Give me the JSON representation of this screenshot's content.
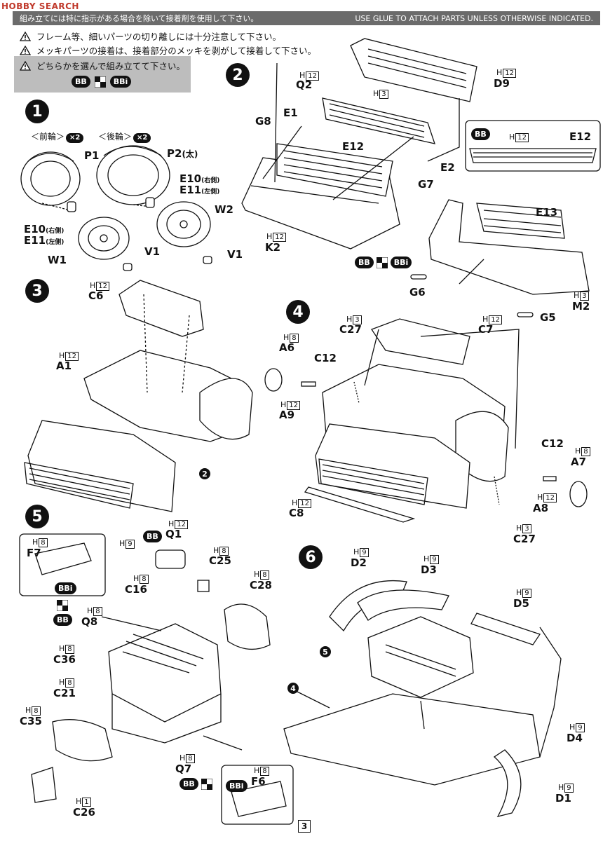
{
  "watermark": "HOBBY SEARCH",
  "header": {
    "jp": "組み立てには特に指示がある場合を除いて接着剤を使用して下さい。",
    "en": "USE GLUE TO ATTACH PARTS UNLESS OTHERWISE INDICATED."
  },
  "warnings": [
    "フレーム等、細いパーツの切り離しには十分注意して下さい。",
    "メッキパーツの接着は、接着部分のメッキを剥がして接着して下さい。",
    "どちらかを選んで組み立てて下さい。"
  ],
  "badges": {
    "bb": "BB",
    "bbi": "BBi"
  },
  "steps": [
    "1",
    "2",
    "3",
    "4",
    "5",
    "6"
  ],
  "step1": {
    "front": "＜前輪＞",
    "rear": "＜後輪＞",
    "mult": "×2",
    "p1": "P1",
    "p2": "P2",
    "p2_note": "(太)",
    "e10": "E10",
    "e11": "E11",
    "right": "(右側)",
    "left": "(左側)",
    "w1": "W1",
    "w2": "W2",
    "v1": "V1"
  },
  "step2": {
    "h12": "12",
    "h3": "3",
    "q2": "Q2",
    "d9": "D9",
    "e1": "E1",
    "g8": "G8",
    "e12": "E12",
    "e2": "E2",
    "g7": "G7",
    "k2": "K2",
    "e13": "E13",
    "g6": "G6",
    "g5": "G5",
    "m2": "M2"
  },
  "step3": {
    "c6": "C6",
    "a1": "A1",
    "ref": "2",
    "h12": "12"
  },
  "step4": {
    "a6": "A6",
    "c12": "C12",
    "c27": "C27",
    "c7": "C7",
    "a9": "A9",
    "c8": "C8",
    "a7": "A7",
    "a8": "A8",
    "h8": "8",
    "h3": "3",
    "h12": "12"
  },
  "step5": {
    "f7": "F7",
    "q1": "Q1",
    "c25": "C25",
    "c16": "C16",
    "c28": "C28",
    "q8": "Q8",
    "c36": "C36",
    "c21": "C21",
    "c35": "C35",
    "q7": "Q7",
    "f6": "F6",
    "c26": "C26",
    "h8": "8",
    "h9": "9",
    "h12": "12",
    "h1": "1"
  },
  "step6": {
    "d2": "D2",
    "d3": "D3",
    "d5": "D5",
    "d4": "D4",
    "d1": "D1",
    "ref5": "5",
    "ref4": "4",
    "h9": "9"
  },
  "page": "3"
}
